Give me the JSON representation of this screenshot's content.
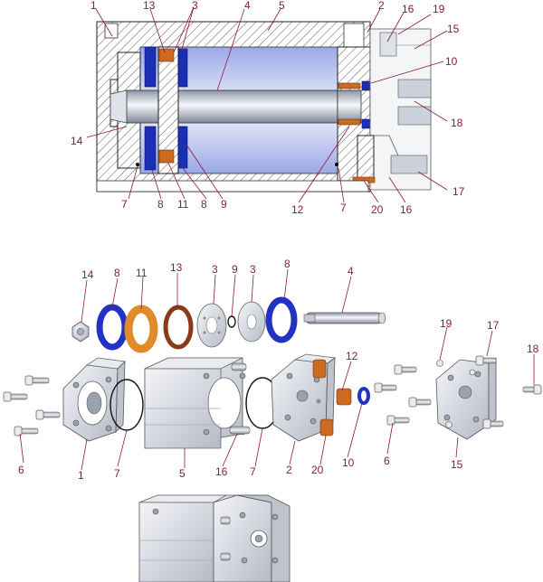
{
  "callouts": {
    "top": [
      {
        "id": "t1",
        "text": "1"
      },
      {
        "id": "t13",
        "text": "13"
      },
      {
        "id": "t3",
        "text": "3"
      },
      {
        "id": "t4",
        "text": "4"
      },
      {
        "id": "t5",
        "text": "5"
      },
      {
        "id": "t2",
        "text": "2"
      },
      {
        "id": "t16",
        "text": "16"
      },
      {
        "id": "t19",
        "text": "19"
      },
      {
        "id": "t15",
        "text": "15"
      },
      {
        "id": "t10",
        "text": "10"
      },
      {
        "id": "t14",
        "text": "14"
      },
      {
        "id": "t18",
        "text": "18"
      },
      {
        "id": "t17",
        "text": "17"
      },
      {
        "id": "t7a",
        "text": "7"
      },
      {
        "id": "t8a",
        "text": "8"
      },
      {
        "id": "t11",
        "text": "11"
      },
      {
        "id": "t8b",
        "text": "8"
      },
      {
        "id": "t9",
        "text": "9"
      },
      {
        "id": "t12",
        "text": "12"
      },
      {
        "id": "t7b",
        "text": "7"
      },
      {
        "id": "t20",
        "text": "20"
      },
      {
        "id": "t16b",
        "text": "16"
      }
    ],
    "exploded": [
      {
        "id": "e14",
        "text": "14"
      },
      {
        "id": "e8a",
        "text": "8"
      },
      {
        "id": "e11",
        "text": "11"
      },
      {
        "id": "e13",
        "text": "13"
      },
      {
        "id": "e3a",
        "text": "3"
      },
      {
        "id": "e9",
        "text": "9"
      },
      {
        "id": "e3b",
        "text": "3"
      },
      {
        "id": "e8b",
        "text": "8"
      },
      {
        "id": "e4",
        "text": "4"
      },
      {
        "id": "e12",
        "text": "12"
      },
      {
        "id": "e19",
        "text": "19"
      },
      {
        "id": "e17",
        "text": "17"
      },
      {
        "id": "e18",
        "text": "18"
      },
      {
        "id": "e6a",
        "text": "6"
      },
      {
        "id": "e1",
        "text": "1"
      },
      {
        "id": "e7a",
        "text": "7"
      },
      {
        "id": "e5",
        "text": "5"
      },
      {
        "id": "e16",
        "text": "16"
      },
      {
        "id": "e7b",
        "text": "7"
      },
      {
        "id": "e2",
        "text": "2"
      },
      {
        "id": "e20",
        "text": "20"
      },
      {
        "id": "e10",
        "text": "10"
      },
      {
        "id": "e6b",
        "text": "6"
      },
      {
        "id": "e15",
        "text": "15"
      }
    ]
  },
  "colors": {
    "callout": "#8b1a3c",
    "seal": "#1b2fb5",
    "bushing": "#cc6a22",
    "wear_band": "#8a3a17",
    "bore": "#c8d0f0"
  }
}
